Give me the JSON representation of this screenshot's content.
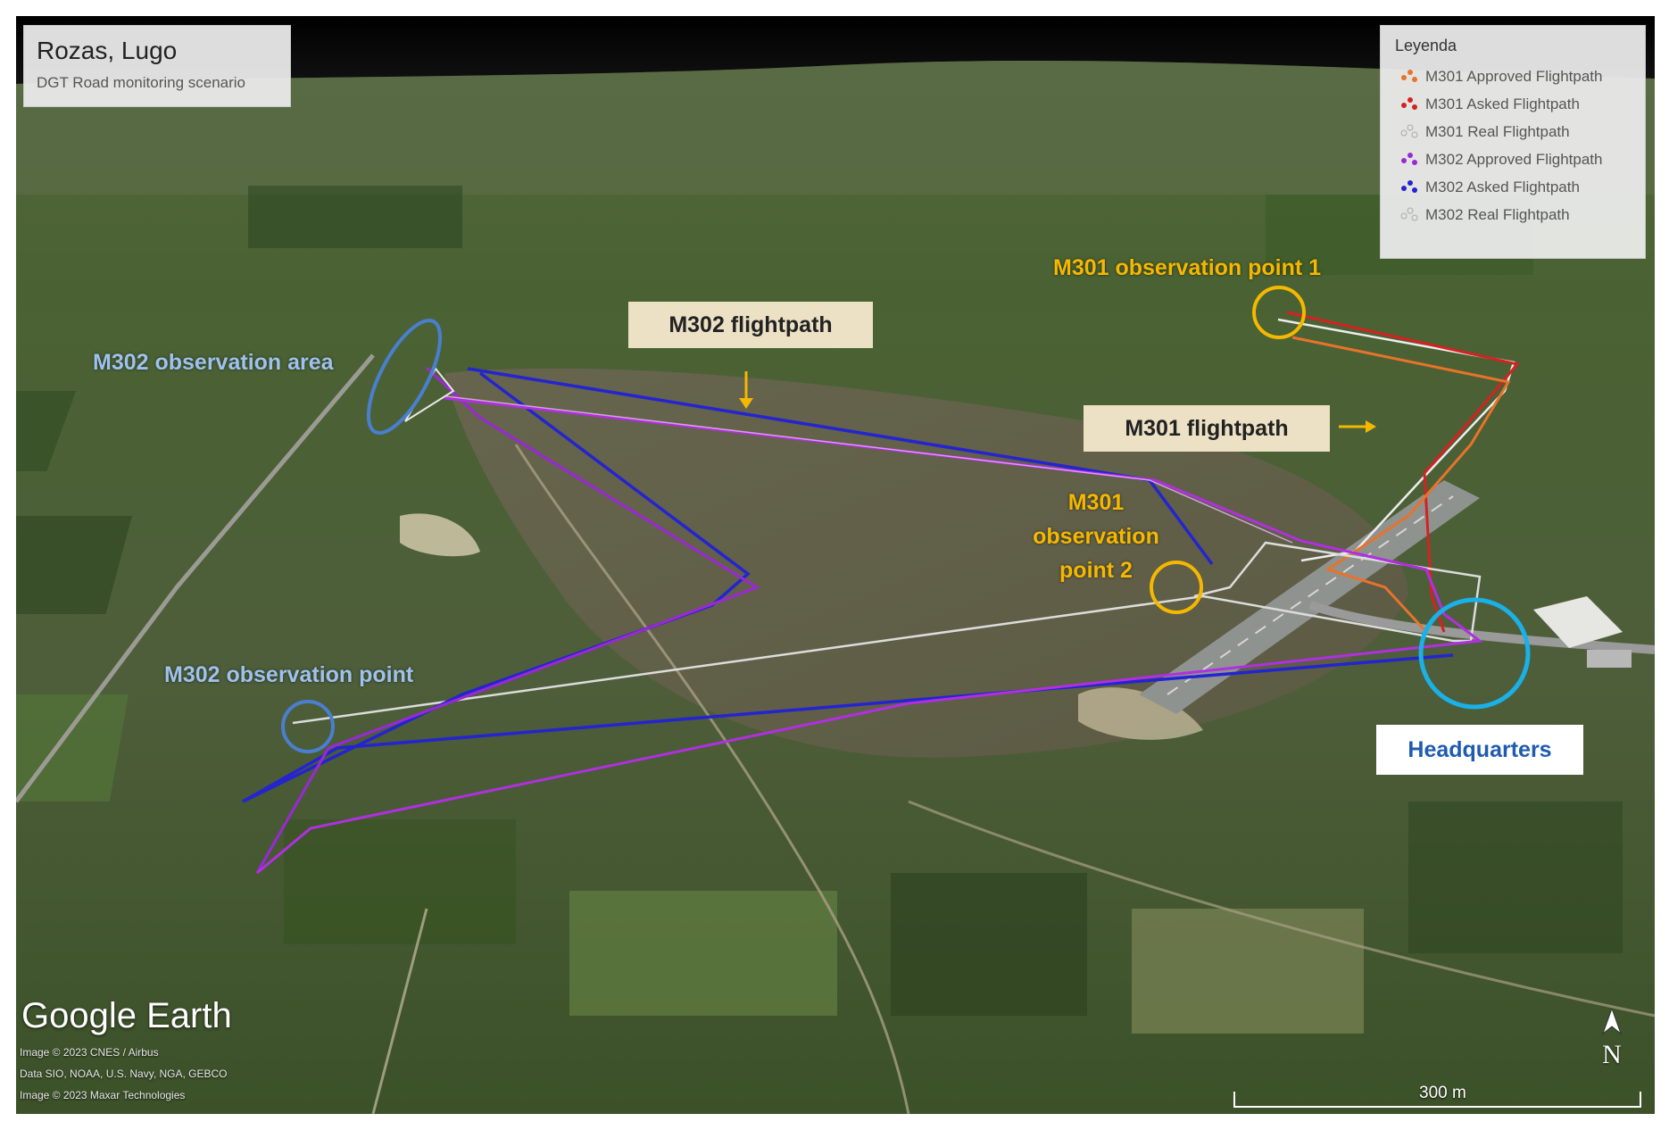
{
  "title": "Rozas, Lugo",
  "subtitle": "DGT Road monitoring scenario",
  "legend": {
    "title": "Leyenda",
    "items": [
      {
        "label": "M301 Approved Flightpath",
        "color": "#e8732a"
      },
      {
        "label": "M301 Asked Flightpath",
        "color": "#d42222"
      },
      {
        "label": "M301 Real Flightpath",
        "color": "#d8d8d8"
      },
      {
        "label": "M302 Approved Flightpath",
        "color": "#9a28d6"
      },
      {
        "label": "M302 Asked Flightpath",
        "color": "#2424d0"
      },
      {
        "label": "M302 Real Flightpath",
        "color": "#c8c8d8"
      }
    ]
  },
  "labels": {
    "m302_observation_area": "M302 observation area",
    "m302_flightpath": "M302 flightpath",
    "m301_observation_point_1": "M301 observation point 1",
    "m301_flightpath": "M301 flightpath",
    "m301_observation_point_2_line1": "M301",
    "m301_observation_point_2_line2": "observation",
    "m301_observation_point_2_line3": "point 2",
    "m302_observation_point": "M302 observation point",
    "headquarters": "Headquarters"
  },
  "attribution": {
    "logo": "Google Earth",
    "line1": "Image © 2023 CNES / Airbus",
    "line2": "Data SIO, NOAA, U.S. Navy, NGA, GEBCO",
    "line3": "Image © 2023 Maxar Technologies"
  },
  "north_label": "N",
  "scale": "300 m",
  "colors": {
    "label_blue": "#9ec2ec",
    "label_orange": "#f5b800",
    "circle_blue": "#4a7fd0",
    "circle_orange": "#f5b800",
    "circle_cyan": "#1ab0e8",
    "headquarters_text": "#1f5bb0"
  }
}
